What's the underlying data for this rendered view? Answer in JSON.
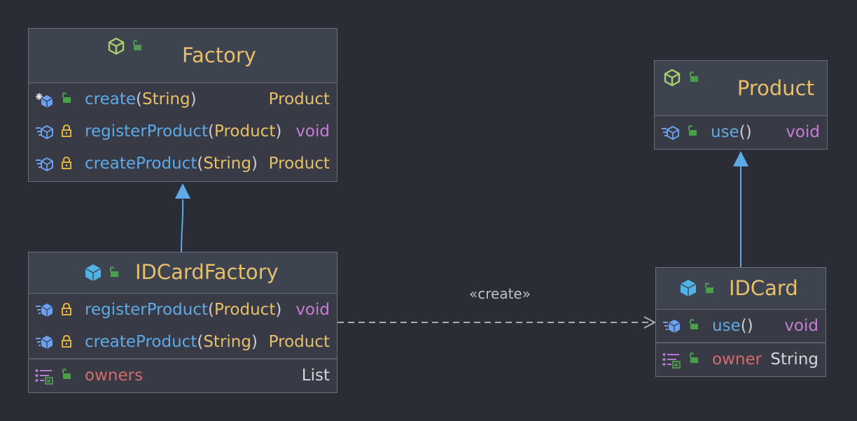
{
  "classes": {
    "factory": {
      "name": "Factory",
      "kind": "abstract-class",
      "members": [
        {
          "name": "create",
          "args": "String",
          "type": "Product",
          "type_kind": "type",
          "modifier": "static-public"
        },
        {
          "name": "registerProduct",
          "args": "Product",
          "type": "void",
          "type_kind": "void",
          "modifier": "protected"
        },
        {
          "name": "createProduct",
          "args": "String",
          "type": "Product",
          "type_kind": "type",
          "modifier": "protected"
        }
      ]
    },
    "product": {
      "name": "Product",
      "kind": "interface",
      "members": [
        {
          "name": "use",
          "args": "",
          "type": "void",
          "type_kind": "void",
          "modifier": "public"
        }
      ]
    },
    "idcardfactory": {
      "name": "IDCardFactory",
      "kind": "class",
      "members": [
        {
          "name": "registerProduct",
          "args": "Product",
          "type": "void",
          "type_kind": "void",
          "modifier": "protected"
        },
        {
          "name": "createProduct",
          "args": "String",
          "type": "Product",
          "type_kind": "type",
          "modifier": "protected"
        }
      ],
      "fields": [
        {
          "name": "owners",
          "type": "List",
          "modifier": "public"
        }
      ]
    },
    "idcard": {
      "name": "IDCard",
      "kind": "class",
      "members": [
        {
          "name": "use",
          "args": "",
          "type": "void",
          "type_kind": "void",
          "modifier": "public"
        }
      ],
      "fields": [
        {
          "name": "owner",
          "type": "String",
          "modifier": "public"
        }
      ]
    }
  },
  "relations": [
    {
      "from": "IDCardFactory",
      "to": "Factory",
      "kind": "inheritance"
    },
    {
      "from": "IDCard",
      "to": "Product",
      "kind": "realization"
    },
    {
      "from": "IDCardFactory",
      "to": "IDCard",
      "kind": "dependency",
      "label": "«create»"
    }
  ],
  "colors": {
    "background": "#2b2d36",
    "class_name": "#e8bf6a",
    "method": "#5ea9e6",
    "field": "#d46a6a",
    "type": "#e8bf6a",
    "void": "#c77dd6",
    "arrow": "#5ea9e6",
    "dependency": "#a9acb2"
  },
  "icons": {
    "interface": "interface-cube-outline-icon",
    "class": "class-cube-filled-icon",
    "method": "method-icon",
    "field": "field-icon",
    "public": "public-unlock-icon",
    "protected": "protected-lock-icon",
    "static": "static-snowflake-icon"
  }
}
